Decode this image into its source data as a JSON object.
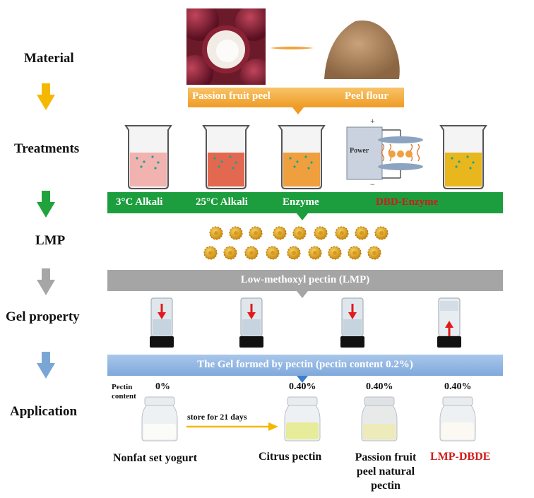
{
  "stages": {
    "material": "Material",
    "treatments": "Treatments",
    "lmp": "LMP",
    "gel_property": "Gel property",
    "application": "Application"
  },
  "material_band": {
    "left": "Passion  fruit peel",
    "right": "Peel flour"
  },
  "treatment_band": {
    "alkali_3": "3°C Alkali",
    "alkali_25": "25°C Alkali",
    "enzyme": "Enzyme",
    "dbd_enzyme": "DBD-Enzyme"
  },
  "power_device": {
    "label": "Power",
    "plus": "+",
    "minus": "−"
  },
  "lmp_band": "Low-methoxyl pectin (LMP)",
  "gel_band": "The Gel formed by pectin  (pectin content  0.2%)",
  "application": {
    "pectin_content_label": "Pectin\ncontent",
    "percent_0": "0%",
    "percent_a": "0.40%",
    "percent_b": "0.40%",
    "percent_c": "0.40%",
    "store_label": "store for 21 days",
    "nonfat": "Nonfat  set yogurt",
    "citrus": "Citrus pectin",
    "passion": "Passion fruit\npeel natural\npectin",
    "lmp_dbde": "LMP-DBDE"
  },
  "colors": {
    "arrow_material": "#f5b800",
    "arrow_treatment": "#1fa33a",
    "arrow_lmp": "#a6a6a6",
    "arrow_gel": "#7aa6d6",
    "band_orange": "#f3a531",
    "band_green": "#1d9e3e",
    "band_gray": "#a5a5a5",
    "band_blue": "#8fb4e0",
    "red_text": "#d11a1a"
  }
}
